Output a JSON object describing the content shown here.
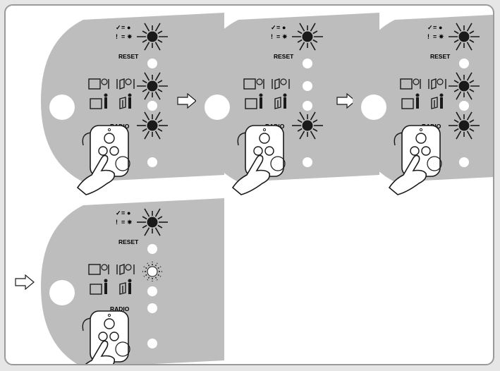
{
  "colors": {
    "panel": "#bdbdbd",
    "stroke": "#1a1a1a",
    "frame": "#9a9a9a",
    "led_off": "#ffffff",
    "led_on": "#1a1a1a"
  },
  "legend": {
    "ok_symbol": "✓",
    "err_symbol": "!",
    "on_led": "●",
    "flash_led": "✷"
  },
  "labels": {
    "reset": "RESET",
    "radio": "RADIO"
  },
  "steps": [
    {
      "step": 1,
      "top_led": "flash",
      "mid_led": "flash",
      "radio_led": "flash",
      "remote": "pressed"
    },
    {
      "step": 2,
      "top_led": "flash",
      "mid_led": "off",
      "radio_led": "flash",
      "remote": "pressed"
    },
    {
      "step": 3,
      "top_led": "flash",
      "mid_led": "flash",
      "radio_led": "flash",
      "remote": "pressed"
    },
    {
      "step": 4,
      "top_led": "flash",
      "mid_led": "flash_light",
      "radio_led": "off",
      "remote": "pressed"
    }
  ],
  "arrow_icon": "hollow-right-arrow-icon",
  "remote_icon": "hand-remote-icon"
}
